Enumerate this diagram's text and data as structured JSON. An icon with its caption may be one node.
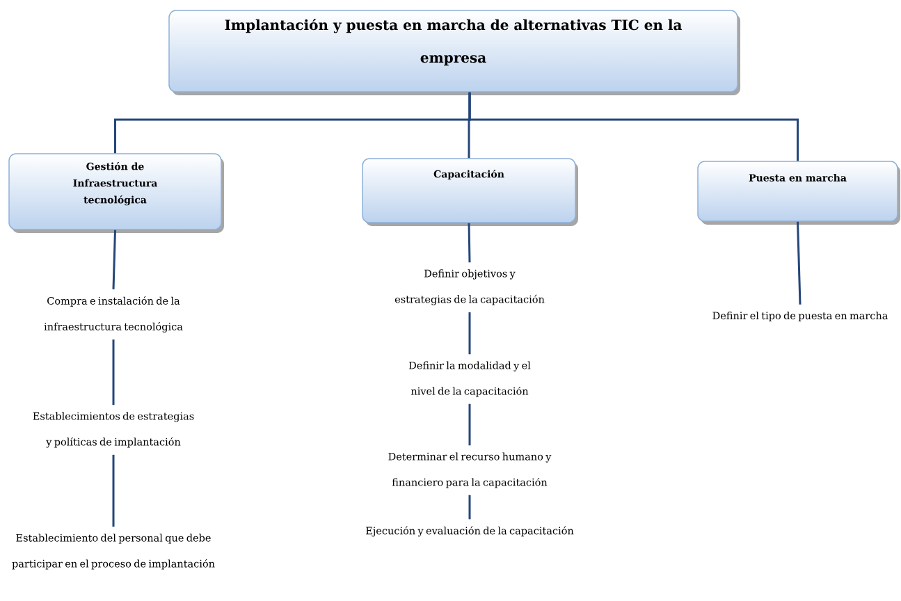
{
  "diagram": {
    "nodes": [
      {
        "text": [
          "Implantación y puesta en marcha de alternativas TIC en la empresa"
        ]
      },
      {
        "text": [
          "Gestión de Infraestructura tecnológica"
        ]
      },
      {
        "text": [
          "Capacitación"
        ]
      },
      {
        "text": [
          "Puesta en marcha"
        ]
      },
      {
        "text": [
          "Compra e instalación de la infraestructura tecnológica"
        ]
      },
      {
        "text": [
          "Establecimientos de estrategias y políticas de implantación"
        ]
      },
      {
        "text": [
          "Establecimiento del personal que debe participar en el proceso de implantación"
        ]
      },
      {
        "text": [
          "Definir objetivos y estrategias de la capacitación"
        ]
      },
      {
        "text": [
          "Definir la modalidad y el nivel de la capacitación"
        ]
      },
      {
        "text": [
          "Determinar el recurso humano y financiero para la capacitación"
        ]
      },
      {
        "text": [
          "Ejecución y evaluación de la capacitación"
        ]
      },
      {
        "text": [
          "Definir el tipo de puesta en marcha"
        ]
      }
    ],
    "edges": [
      {
        "from": 0,
        "to": 1,
        "arrow": "none"
      },
      {
        "from": 0,
        "to": 2,
        "arrow": "none"
      },
      {
        "from": 0,
        "to": 3,
        "arrow": "none"
      },
      {
        "from": 1,
        "to": 4,
        "arrow": "none"
      },
      {
        "from": 4,
        "to": 5,
        "arrow": "none"
      },
      {
        "from": 5,
        "to": 6,
        "arrow": "none"
      },
      {
        "from": 2,
        "to": 7,
        "arrow": "none"
      },
      {
        "from": 7,
        "to": 8,
        "arrow": "none"
      },
      {
        "from": 8,
        "to": 9,
        "arrow": "none"
      },
      {
        "from": 9,
        "to": 10,
        "arrow": "none"
      },
      {
        "from": 3,
        "to": 11,
        "arrow": "none"
      }
    ]
  }
}
